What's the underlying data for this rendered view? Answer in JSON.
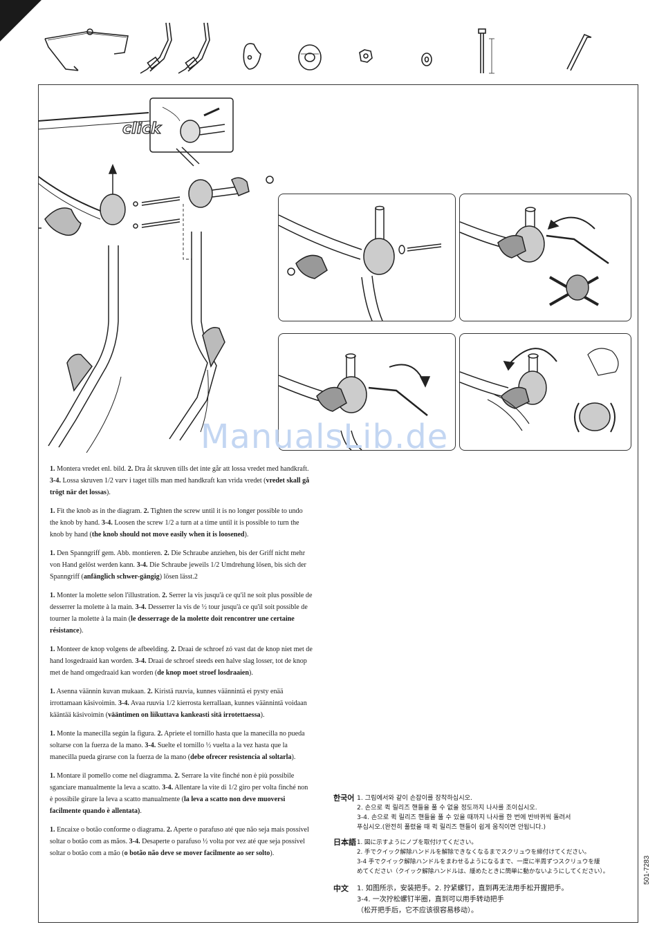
{
  "watermark": "ManualsLib.de",
  "click_label": "click",
  "doc_code": "501-7283",
  "instructions": [
    {
      "lang": "sv",
      "segments": [
        {
          "t": "1.",
          "b": true
        },
        {
          "t": " Montera vredet enl. bild. "
        },
        {
          "t": "2.",
          "b": true
        },
        {
          "t": " Dra åt skruven tills det inte går att lossa vredet med handkraft. "
        },
        {
          "t": "3-4.",
          "b": true
        },
        {
          "t": " Lossa skruven 1/2 varv i taget tills man med handkraft kan vrida vredet ("
        },
        {
          "t": "vredet skall gå trögt när det lossas",
          "b": true
        },
        {
          "t": ")."
        }
      ]
    },
    {
      "lang": "en",
      "segments": [
        {
          "t": "1.",
          "b": true
        },
        {
          "t": " Fit the knob as in the diagram. "
        },
        {
          "t": "2.",
          "b": true
        },
        {
          "t": " Tighten the screw until it is no longer possible to undo the knob by hand. "
        },
        {
          "t": "3-4.",
          "b": true
        },
        {
          "t": " Loosen the screw 1/2 a turn at a time until it is possible to turn the knob by hand ("
        },
        {
          "t": "the knob should not move easily when it is loosened",
          "b": true
        },
        {
          "t": ")."
        }
      ]
    },
    {
      "lang": "de",
      "segments": [
        {
          "t": "1.",
          "b": true
        },
        {
          "t": " Den Spanngriff gem. Abb. montieren. "
        },
        {
          "t": "2.",
          "b": true
        },
        {
          "t": " Die Schraube anziehen, bis der Griff nicht mehr von Hand gelöst werden kann. "
        },
        {
          "t": "3-4.",
          "b": true
        },
        {
          "t": " Die Schraube jeweils 1/2 Umdrehung lösen, bis sich der Spanngriff ("
        },
        {
          "t": "anfänglich schwer-gängig",
          "b": true
        },
        {
          "t": ") lösen lässt.2"
        }
      ]
    },
    {
      "lang": "fr",
      "segments": [
        {
          "t": "1.",
          "b": true
        },
        {
          "t": " Monter la molette selon l'illustration. "
        },
        {
          "t": "2.",
          "b": true
        },
        {
          "t": " Serrer la vis jusqu'à ce qu'il ne soit plus possible de desserrer la molette à la main. "
        },
        {
          "t": "3-4.",
          "b": true
        },
        {
          "t": " Desserrer la vis de ½ tour jusqu'à ce qu'il soit possible de tourner la molette à la main ("
        },
        {
          "t": "le desserrage de la molette doit rencontrer une certaine résistance",
          "b": true
        },
        {
          "t": ")."
        }
      ]
    },
    {
      "lang": "nl",
      "segments": [
        {
          "t": "1.",
          "b": true
        },
        {
          "t": " Monteer de knop volgens de afbeelding. "
        },
        {
          "t": "2.",
          "b": true
        },
        {
          "t": " Draai de schroef zó vast dat de knop niet met de hand losgedraaid kan worden. "
        },
        {
          "t": "3-4.",
          "b": true
        },
        {
          "t": " Draai de schroef steeds een halve slag losser, tot de knop met de hand omgedraaid kan worden ("
        },
        {
          "t": "de knop moet stroef losdraaien",
          "b": true
        },
        {
          "t": ")."
        }
      ]
    },
    {
      "lang": "fi",
      "segments": [
        {
          "t": "1.",
          "b": true
        },
        {
          "t": " Asenna väännin kuvan mukaan. "
        },
        {
          "t": "2.",
          "b": true
        },
        {
          "t": " Kiristä ruuvia, kunnes väännintä ei pysty enää irrottamaan käsivoimin. "
        },
        {
          "t": "3-4.",
          "b": true
        },
        {
          "t": " Avaa ruuvia 1/2 kierrosta kerrallaan, kunnes väännintä voidaan kääntää käsivoimin ("
        },
        {
          "t": "vääntimen on liikuttava kankeasti sitä irrotettaessa",
          "b": true
        },
        {
          "t": ")."
        }
      ]
    },
    {
      "lang": "es",
      "segments": [
        {
          "t": "1.",
          "b": true
        },
        {
          "t": " Monte la manecilla según la figura. "
        },
        {
          "t": "2.",
          "b": true
        },
        {
          "t": " Apriete el tornillo hasta que la manecilla no pueda soltarse con la fuerza de la mano. "
        },
        {
          "t": "3-4.",
          "b": true
        },
        {
          "t": " Suelte el tornillo ½ vuelta a la vez hasta que la manecilla pueda girarse con la fuerza de la mano ("
        },
        {
          "t": "debe ofrecer resistencia al soltarla",
          "b": true
        },
        {
          "t": ")."
        }
      ]
    },
    {
      "lang": "it",
      "segments": [
        {
          "t": "1.",
          "b": true
        },
        {
          "t": " Montare il pomello come nel diagramma. "
        },
        {
          "t": "2.",
          "b": true
        },
        {
          "t": " Serrare la vite finché non è più possibile sganciare manualmente la leva a scatto. "
        },
        {
          "t": "3-4.",
          "b": true
        },
        {
          "t": " Allentare la vite di 1/2 giro per volta finché non è possibile girare la leva a scatto manualmente ("
        },
        {
          "t": "la leva a scatto non deve muoversi facilmente quando è allentata)",
          "b": true
        },
        {
          "t": "."
        }
      ]
    },
    {
      "lang": "pt",
      "segments": [
        {
          "t": "1.",
          "b": true
        },
        {
          "t": " Encaixe o botão conforme o diagrama. "
        },
        {
          "t": "2.",
          "b": true
        },
        {
          "t": " Aperte o parafuso até que não seja mais possível soltar o botão com as mãos. "
        },
        {
          "t": "3-4.",
          "b": true
        },
        {
          "t": " Desaperte o parafuso ½ volta por vez até que seja possível soltar o botão com a mão ("
        },
        {
          "t": "o botão não deve se mover facilmente ao ser solto",
          "b": true
        },
        {
          "t": ")."
        }
      ]
    }
  ],
  "korean": {
    "tag": "한국어",
    "lines": [
      "1. 그림에서와 같이 손잡이를 장착하십시오.",
      "2. 손으로 퀵 릴리즈 핸들을 풀 수 없을 정도까지 나사를 조이십시오.",
      "3-4. 손으로 퀵 릴리즈 핸들을 풀 수 있을 때까지 나사를 한 번에 반바퀴씩 돌려서",
      "푸십시오.(완전히 풀렸을 때 퀵 릴리즈 핸들이 쉽게 움직이면 안됩니다.)"
    ]
  },
  "japanese": {
    "tag": "日本語",
    "lines": [
      "1. 図に示すようにノブを取付けてください。",
      "2. 手でクイック解除ハンドルを解除できなくなるまでスクリュウを締付けてください。",
      "3-4 手でクイック解除ハンドルをまわせるようになるまで、一度に半周ずつスクリュウを緩",
      "めてください（クイック解除ハンドルは、緩めたときに簡単に動かないようにしてください）。"
    ]
  },
  "chinese": {
    "tag": "中文",
    "lines": [
      "1. 如图所示，安装把手。2. 拧紧螺钉，直到再无法用手松开握把手。",
      "3-4. 一次拧松螺钉半圈，直到可以用手转动把手",
      "（松开把手后，它不应该很容易移动）。"
    ]
  }
}
